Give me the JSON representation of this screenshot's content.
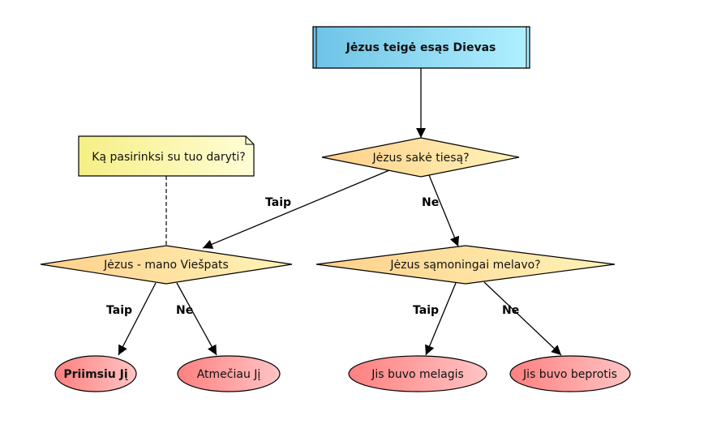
{
  "diagram": {
    "type": "flowchart",
    "colors": {
      "start_box_from": "#6ec3e6",
      "start_box_to": "#b0f0ff",
      "decision_from": "#ffd08a",
      "decision_to": "#fff3b8",
      "note_from": "#f6ef86",
      "note_to": "#fffdd6",
      "end_from": "#ff8080",
      "end_to": "#ffc4c4",
      "line": "#000000"
    },
    "nodes": {
      "start": {
        "label": "Jėzus teigė esąs Dievas",
        "shape": "process"
      },
      "note": {
        "label": "Ką pasirinksi su tuo daryti?",
        "shape": "note"
      },
      "q_truth": {
        "label": "Jėzus sakė tiesą?",
        "shape": "decision"
      },
      "q_lord": {
        "label": "Jėzus - mano Viešpats",
        "shape": "decision"
      },
      "q_lied": {
        "label": "Jėzus sąmoningai melavo?",
        "shape": "decision"
      },
      "accept": {
        "label": "Priimsiu Jį",
        "shape": "terminal"
      },
      "reject": {
        "label": "Atmečiau Jį",
        "shape": "terminal"
      },
      "liar": {
        "label": "Jis buvo melagis",
        "shape": "terminal"
      },
      "lunatic": {
        "label": "Jis buvo beprotis",
        "shape": "terminal"
      }
    },
    "edges": [
      {
        "from": "start",
        "to": "q_truth",
        "label": ""
      },
      {
        "from": "q_truth",
        "to": "q_lord",
        "label": "Taip"
      },
      {
        "from": "q_truth",
        "to": "q_lied",
        "label": "Ne"
      },
      {
        "from": "q_lord",
        "to": "accept",
        "label": "Taip"
      },
      {
        "from": "q_lord",
        "to": "reject",
        "label": "Ne"
      },
      {
        "from": "q_lied",
        "to": "liar",
        "label": "Taip"
      },
      {
        "from": "q_lied",
        "to": "lunatic",
        "label": "Ne"
      },
      {
        "from": "note",
        "to": "q_lord",
        "label": "",
        "style": "dashed"
      }
    ]
  }
}
